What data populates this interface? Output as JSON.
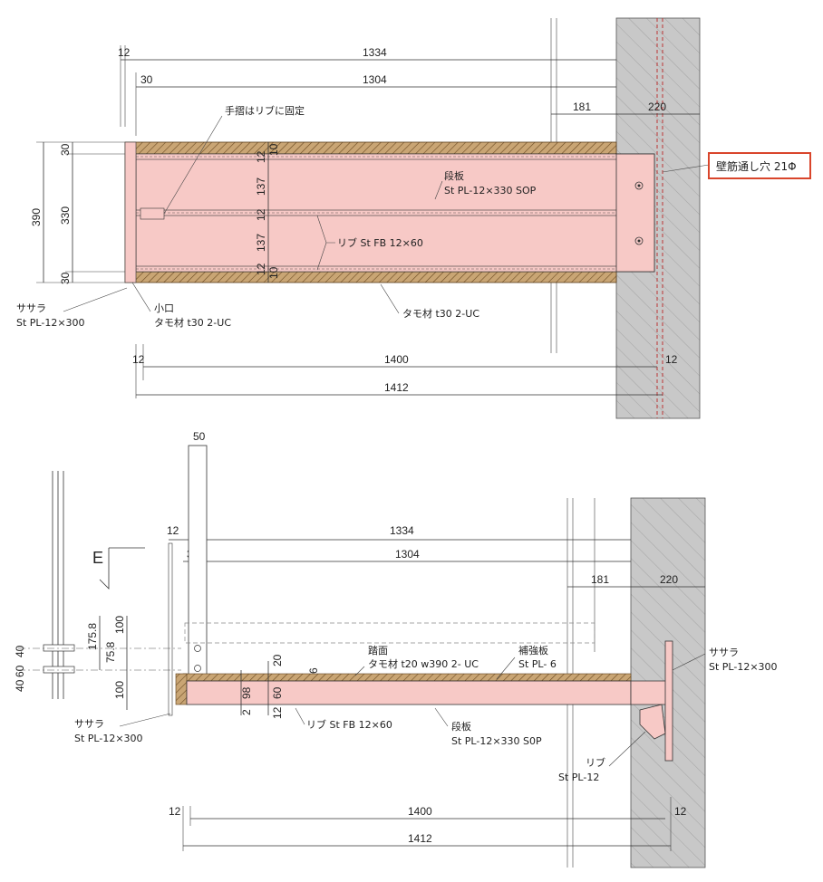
{
  "top_view": {
    "dims": {
      "d12_top": "12",
      "d1334": "1334",
      "d30_top": "30",
      "d1304": "1304",
      "d181": "181",
      "d220": "220",
      "left_30a": "30",
      "left_390": "390",
      "left_330": "330",
      "left_30b": "30",
      "mid_12a": "12",
      "mid_10a": "10",
      "mid_137a": "137",
      "mid_12b": "12",
      "mid_137b": "137",
      "mid_12c": "12",
      "mid_10b": "10",
      "bot_12l": "12",
      "bot_1400": "1400",
      "bot_12r": "12",
      "bot_1412": "1412"
    },
    "labels": {
      "handrail": "手摺はリブに固定",
      "tread_title": "段板",
      "tread_spec": "St  PL-12×330  SOP",
      "rib": "リブ  St FB 12×60",
      "stringer_name": "ササラ",
      "stringer_spec": "St  PL-12×300",
      "end_name": "小口",
      "end_spec": "タモ材 t30 2-UC",
      "tamo": "タモ材 t30 2-UC"
    },
    "callout": "壁筋通し穴  21Φ"
  },
  "bottom_view": {
    "dims": {
      "d50": "50",
      "d12_top": "12",
      "d1334": "1334",
      "d30": "30",
      "d1304": "1304",
      "d181": "181",
      "d220": "220",
      "v1758": "175.8",
      "v758": "75.8",
      "v100a": "100",
      "v100b": "100",
      "v40a": "40",
      "v60": "60",
      "v40b": "40",
      "v20": "20",
      "v6": "6",
      "v98": "98",
      "v60b": "60",
      "v12": "12",
      "v2": "2",
      "bot_12l": "12",
      "bot_1400": "1400",
      "bot_12r": "12",
      "bot_1412": "1412"
    },
    "section_mark": "E",
    "labels": {
      "tread_face_title": "踏面",
      "tread_face_spec": "タモ材 t20 w390 2- UC",
      "reinforce_title": "補強板",
      "reinforce_spec": "St PL- 6",
      "stringer_r_name": "ササラ",
      "stringer_r_spec": "St  PL-12×300",
      "stringer_l_name": "ササラ",
      "stringer_l_spec": "St  PL-12×300",
      "rib": "リブ  St FB 12×60",
      "tread_title": "段板",
      "tread_spec": "St  PL-12×330  S0P",
      "rib2_title": "リブ",
      "rib2_spec": "St  PL-12"
    }
  },
  "colors": {
    "steel_fill": "#f7c9c6",
    "wood_fill": "#c9a574",
    "concrete_fill": "#c8c8c8",
    "callout_border": "#d9452b"
  }
}
